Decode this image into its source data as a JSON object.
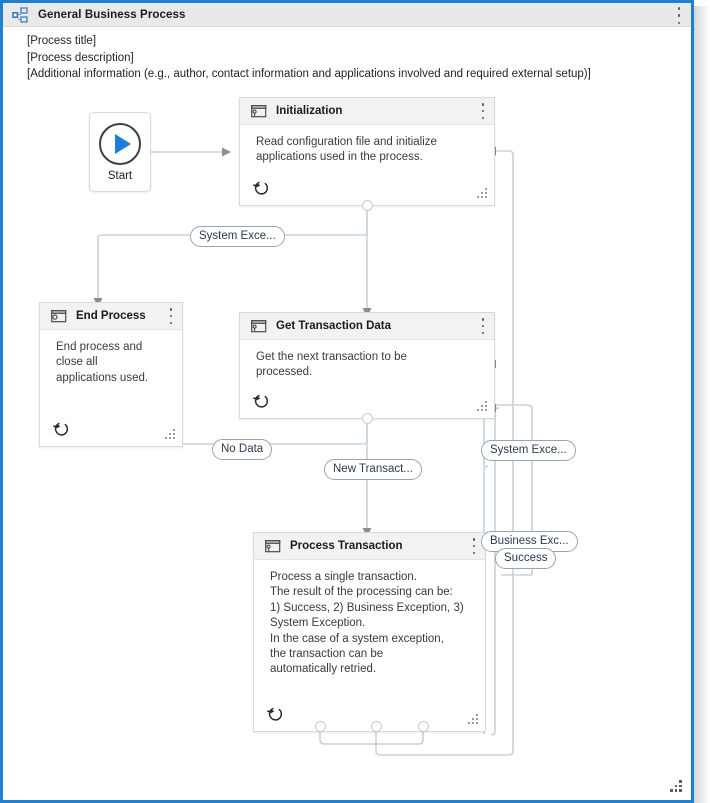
{
  "window": {
    "title": "General Business Process",
    "icon": "workflow-icon",
    "menu_icon": "kebab-menu-icon",
    "accent_color": "#1f7fd1",
    "header_bg": "#e9e9e9"
  },
  "description": [
    "[Process title]",
    "[Process description]",
    "[Additional information (e.g., author, contact information and applications involved and required external setup)]"
  ],
  "nodes": {
    "start": {
      "label": "Start",
      "icon": "play-icon"
    },
    "initialization": {
      "title": "Initialization",
      "icon": "sequence-icon",
      "menu_icon": "kebab-menu-icon",
      "retry_icon": "retry-scope-icon",
      "grip_icon": "resize-grip-icon",
      "body": [
        "Read configuration file and initialize",
        "applications used in the process."
      ]
    },
    "end_process": {
      "title": "End Process",
      "icon": "sequence-icon",
      "menu_icon": "kebab-menu-icon",
      "retry_icon": "retry-scope-icon",
      "grip_icon": "resize-grip-icon",
      "body": [
        "End process and",
        "close all",
        "applications used."
      ]
    },
    "get_transaction_data": {
      "title": "Get Transaction Data",
      "icon": "sequence-icon",
      "menu_icon": "kebab-menu-icon",
      "retry_icon": "retry-scope-icon",
      "grip_icon": "resize-grip-icon",
      "body": [
        "Get the next transaction to be",
        "processed."
      ]
    },
    "process_transaction": {
      "title": "Process Transaction",
      "icon": "sequence-icon",
      "menu_icon": "kebab-menu-icon",
      "retry_icon": "retry-scope-icon",
      "grip_icon": "resize-grip-icon",
      "body": [
        "Process a single transaction.",
        "The result of the processing can be:",
        "1) Success, 2) Business Exception, 3)",
        "System Exception.",
        "In the case of a system exception,",
        "the transaction can be",
        "automatically retried."
      ]
    }
  },
  "edge_labels": {
    "system_exception_top": "System Exce...",
    "no_data": "No Data",
    "new_transaction": "New Transact...",
    "system_exception_right": "System Exce...",
    "business_exception": "Business Exc...",
    "success": "Success"
  },
  "canvas": {
    "grip_icon": "resize-grip-icon",
    "connector_color": "#c8d2da",
    "arrow_color": "#8d8d8d"
  }
}
